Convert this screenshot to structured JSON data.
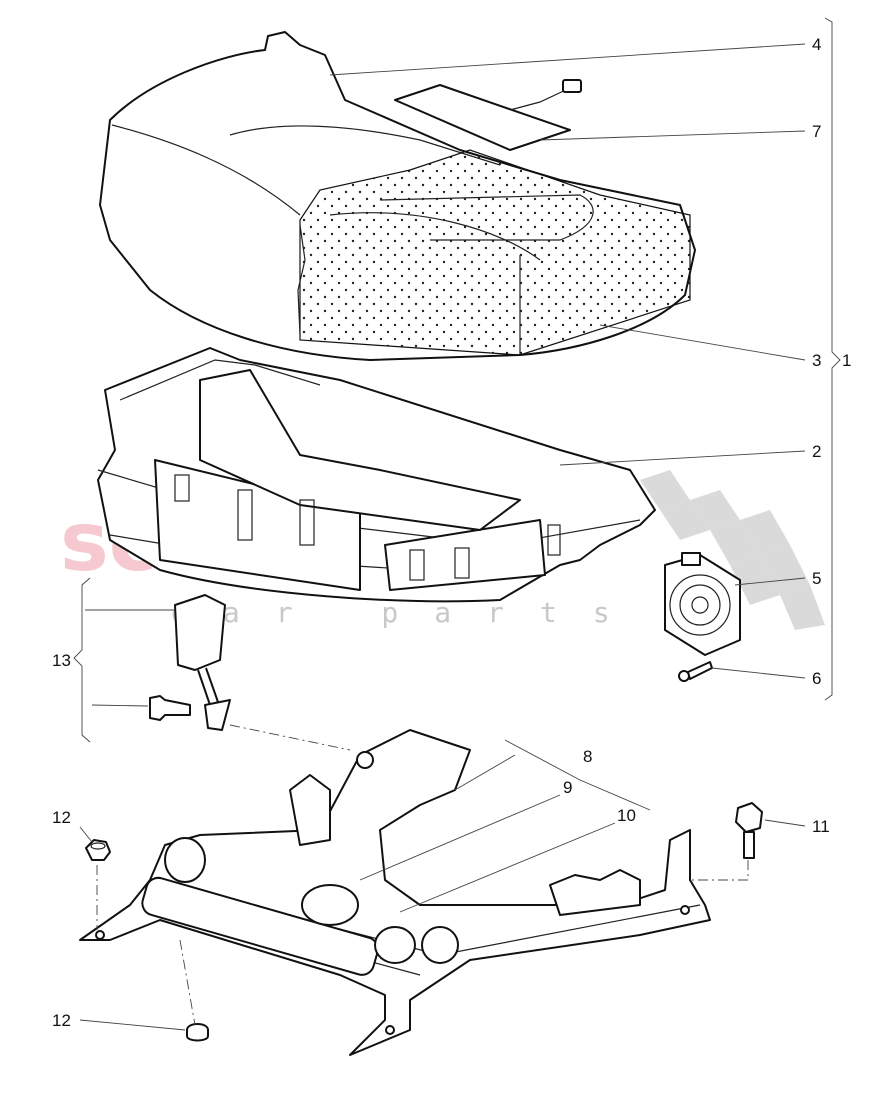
{
  "watermark": {
    "main": "scuderia",
    "sub": "car parts"
  },
  "callouts": [
    "1",
    "2",
    "3",
    "4",
    "5",
    "6",
    "7",
    "8",
    "9",
    "10",
    "11",
    "12",
    "12",
    "13"
  ],
  "colors": {
    "watermark_red": "#e8909c",
    "checker_gray": "#cfcfcf",
    "line": "#111111"
  }
}
